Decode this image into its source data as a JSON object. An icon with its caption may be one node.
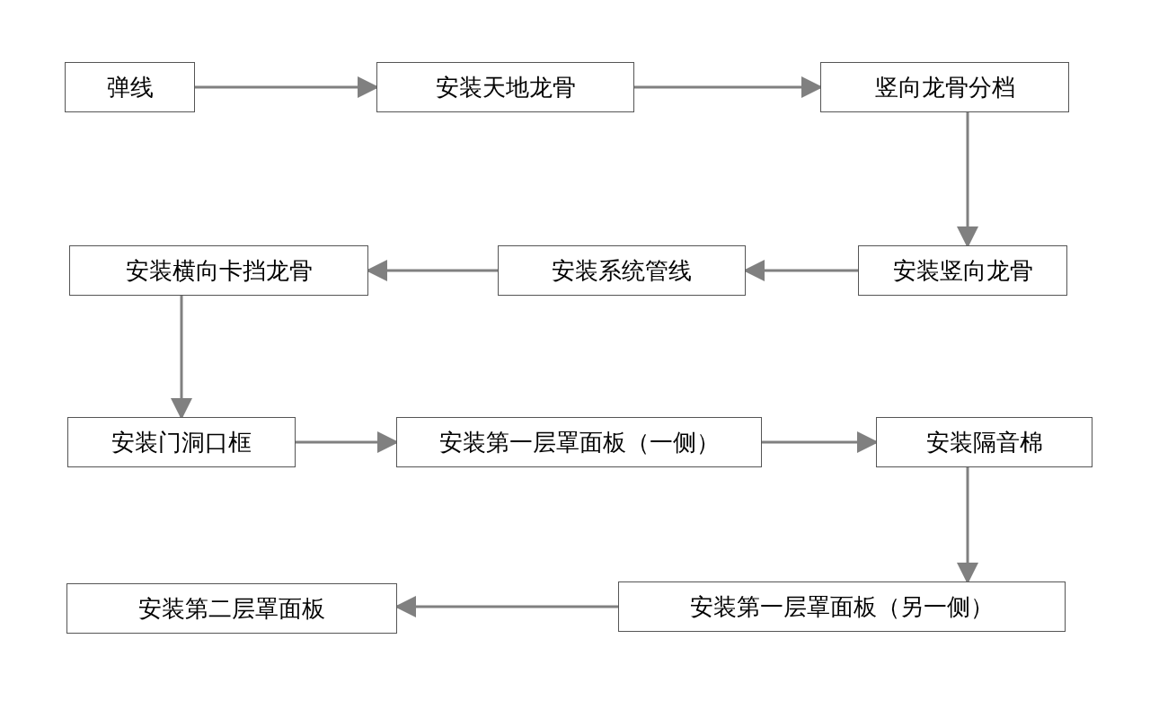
{
  "diagram": {
    "nodes": [
      {
        "text": [
          "弹线"
        ]
      },
      {
        "text": [
          "安装天地龙骨"
        ]
      },
      {
        "text": [
          "竖向龙骨分档"
        ]
      },
      {
        "text": [
          "安装竖向龙骨"
        ]
      },
      {
        "text": [
          "安装系统管线"
        ]
      },
      {
        "text": [
          "安装横向卡挡龙骨"
        ]
      },
      {
        "text": [
          "安装门洞口框"
        ]
      },
      {
        "text": [
          "安装第一层罩面板（一侧）"
        ]
      },
      {
        "text": [
          "安装隔音棉"
        ]
      },
      {
        "text": [
          "安装第一层罩面板（另一侧）"
        ]
      },
      {
        "text": [
          "安装第二层罩面板"
        ]
      }
    ],
    "edges": [
      {
        "from": 0,
        "to": 1,
        "arrow": "to"
      },
      {
        "from": 1,
        "to": 2,
        "arrow": "to"
      },
      {
        "from": 2,
        "to": 3,
        "arrow": "to"
      },
      {
        "from": 3,
        "to": 4,
        "arrow": "to"
      },
      {
        "from": 4,
        "to": 5,
        "arrow": "to"
      },
      {
        "from": 5,
        "to": 6,
        "arrow": "to"
      },
      {
        "from": 6,
        "to": 7,
        "arrow": "to"
      },
      {
        "from": 7,
        "to": 8,
        "arrow": "to"
      },
      {
        "from": 8,
        "to": 9,
        "arrow": "to"
      },
      {
        "from": 9,
        "to": 10,
        "arrow": "to"
      }
    ]
  }
}
